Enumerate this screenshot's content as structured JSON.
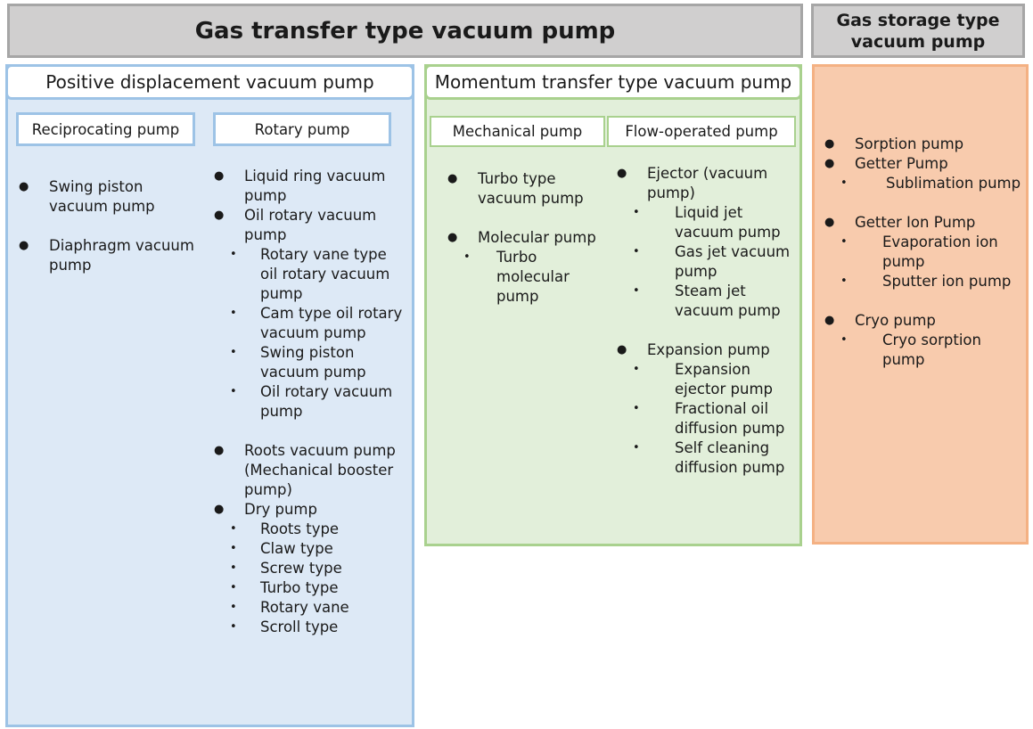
{
  "headers": {
    "gas_transfer": "Gas transfer type vacuum pump",
    "gas_storage_line1": "Gas storage type",
    "gas_storage_line2": "vacuum pump"
  },
  "positive_displacement": {
    "title": "Positive displacement vacuum pump",
    "reciprocating": {
      "title": "Reciprocating pump",
      "items": [
        {
          "label": "Swing piston vacuum pump",
          "subs": []
        },
        {
          "label": "Diaphragm vacuum pump",
          "subs": []
        }
      ]
    },
    "rotary": {
      "title": "Rotary pump",
      "groups": [
        [
          {
            "label": "Liquid ring vacuum pump",
            "subs": []
          },
          {
            "label": "Oil rotary vacuum pump",
            "subs": [
              "Rotary vane type oil rotary vacuum pump",
              "Cam type oil rotary vacuum pump",
              "Swing piston vacuum pump",
              "Oil rotary vacuum pump"
            ]
          }
        ],
        [
          {
            "label": "Roots vacuum pump (Mechanical booster pump)",
            "subs": []
          },
          {
            "label": "Dry pump",
            "subs": [
              "Roots type",
              "Claw type",
              "Screw type",
              "Turbo type",
              "Rotary vane",
              "Scroll type"
            ]
          }
        ]
      ]
    }
  },
  "momentum_transfer": {
    "title": "Momentum transfer type vacuum pump",
    "mechanical": {
      "title": "Mechanical pump",
      "items": [
        {
          "label": "Turbo type vacuum pump",
          "subs": []
        },
        {
          "label": "Molecular pump",
          "subs": [
            "Turbo molecular pump"
          ]
        }
      ]
    },
    "flow_operated": {
      "title": "Flow-operated pump",
      "items": [
        {
          "label": "Ejector (vacuum pump)",
          "subs": [
            "Liquid jet vacuum pump",
            "Gas jet vacuum pump",
            "Steam jet vacuum pump"
          ]
        },
        {
          "label": "Expansion pump",
          "subs": [
            "Expansion ejector pump",
            "Fractional oil diffusion pump",
            "Self cleaning diffusion pump"
          ]
        }
      ]
    }
  },
  "gas_storage": {
    "groups": [
      [
        {
          "label": "Sorption pump",
          "subs": []
        },
        {
          "label": "Getter Pump",
          "subs": [
            "Sublimation pump"
          ]
        }
      ],
      [
        {
          "label": "Getter Ion Pump",
          "subs": [
            "Evaporation ion pump",
            "Sputter ion pump"
          ]
        }
      ],
      [
        {
          "label": "Cryo pump",
          "subs": [
            "Cryo sorption pump"
          ]
        }
      ]
    ]
  },
  "colors": {
    "header_gray": "#d0cfcf",
    "blue_panel": "#dde9f6",
    "blue_border": "#9dc3e6",
    "green_panel": "#e2efda",
    "green_border": "#a9d18e",
    "orange_panel": "#f8cbad",
    "orange_border": "#f4b183"
  }
}
